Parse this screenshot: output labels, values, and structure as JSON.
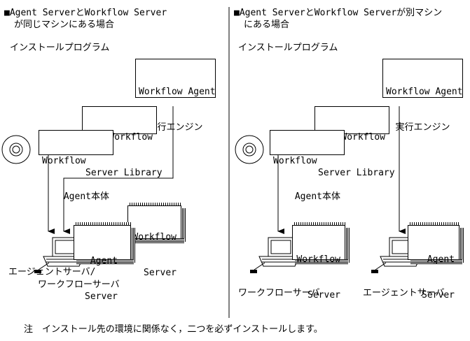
{
  "left": {
    "heading_line1": "■Agent ServerとWorkflow Server",
    "heading_line2": "が同じマシンにある場合",
    "install_program": "インストールプログラム",
    "engine_box": [
      "Workflow Agent",
      "実行エンジン"
    ],
    "library_box": [
      "Workflow",
      "Server Library"
    ],
    "agent_box": [
      "Workflow",
      "Agent本体"
    ],
    "server_front": [
      "Agent",
      "Server"
    ],
    "server_back": [
      "Workflow",
      "Server"
    ],
    "machine_label_line1": "エージェントサーバ/",
    "machine_label_line2": "ワークフローサーバ"
  },
  "right": {
    "heading_line1": "■Agent ServerとWorkflow Serverが別マシン",
    "heading_line2": "にある場合",
    "install_program": "インストールプログラム",
    "engine_box": [
      "Workflow Agent",
      "実行エンジン"
    ],
    "library_box": [
      "Workflow",
      "Server Library"
    ],
    "agent_box": [
      "Workflow",
      "Agent本体"
    ],
    "server_workflow": [
      "Workflow",
      "Server"
    ],
    "server_agent": [
      "Agent",
      "Server"
    ],
    "machine_workflow_label": "ワークフローサーバ",
    "machine_agent_label": "エージェントサーバ"
  },
  "note": "注　インストール先の環境に関係なく，二つを必ずインストールします。"
}
